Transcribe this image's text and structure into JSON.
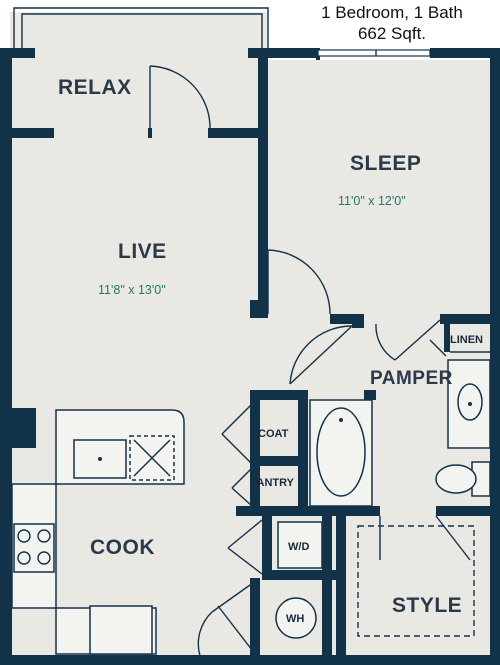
{
  "header": {
    "line1": "1 Bedroom, 1 Bath",
    "line2": "662 Sqft."
  },
  "rooms": {
    "relax": "RELAX",
    "live": "LIVE",
    "live_dims": "11'8\" x 13'0\"",
    "sleep": "SLEEP",
    "sleep_dims": "11'0\" x 12'0\"",
    "pamper": "PAMPER",
    "cook": "COOK",
    "style": "STYLE",
    "linen": "LINEN",
    "coat": "COAT",
    "pantry": "PANTRY",
    "wd": "W/D",
    "wh": "WH"
  },
  "colors": {
    "wall": "#12324a",
    "floor": "#e9e8e3",
    "label": "#2b3a4a",
    "dimension": "#1f7a6d"
  }
}
